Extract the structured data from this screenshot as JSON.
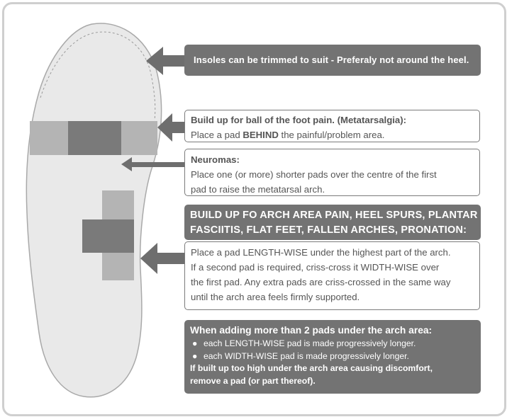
{
  "callouts": {
    "trim": "Insoles can be trimmed to suit - Preferaly not around the heel.",
    "ball": {
      "title": "Build up for ball of the foot pain. (Metatarsalgia):",
      "text_before": "Place a pad ",
      "text_bold": "BEHIND",
      "text_after": " the painful/problem area."
    },
    "neuromas": {
      "title": "Neuromas:",
      "line1": "Place one (or more) shorter pads over the centre of the first",
      "line2": "pad to raise the metatarsal arch."
    },
    "arch": {
      "heading_line1": "BUILD UP FO ARCH AREA PAIN, HEEL SPURS, PLANTAR",
      "heading_line2": "FASCIITIS, FLAT FEET, FALLEN ARCHES, PRONATION:",
      "line1": "Place a pad LENGTH-WISE under the highest part of the arch.",
      "line2": "If a second pad is required, criss-cross it WIDTH-WISE over",
      "line3": "the first pad. Any extra pads are criss-crossed in the same way",
      "line4": "until the arch area feels firmly supported."
    },
    "more_pads": {
      "heading": "When adding more than 2 pads under the arch area:",
      "bullet1": "each LENGTH-WISE pad is made progressively longer.",
      "bullet2": "each WIDTH-WISE pad is made progressively longer.",
      "footer_line1": "If built up too high under the arch area causing discomfort,",
      "footer_line2": "remove a pad (or part thereof)."
    }
  },
  "colors": {
    "dark_box": "#737373",
    "insole_fill": "#e9e9e9",
    "pad_light": "#b4b4b4",
    "pad_dark": "#7a7a7a",
    "arrow": "#6e6e6e",
    "frame": "#cfcfcf"
  }
}
